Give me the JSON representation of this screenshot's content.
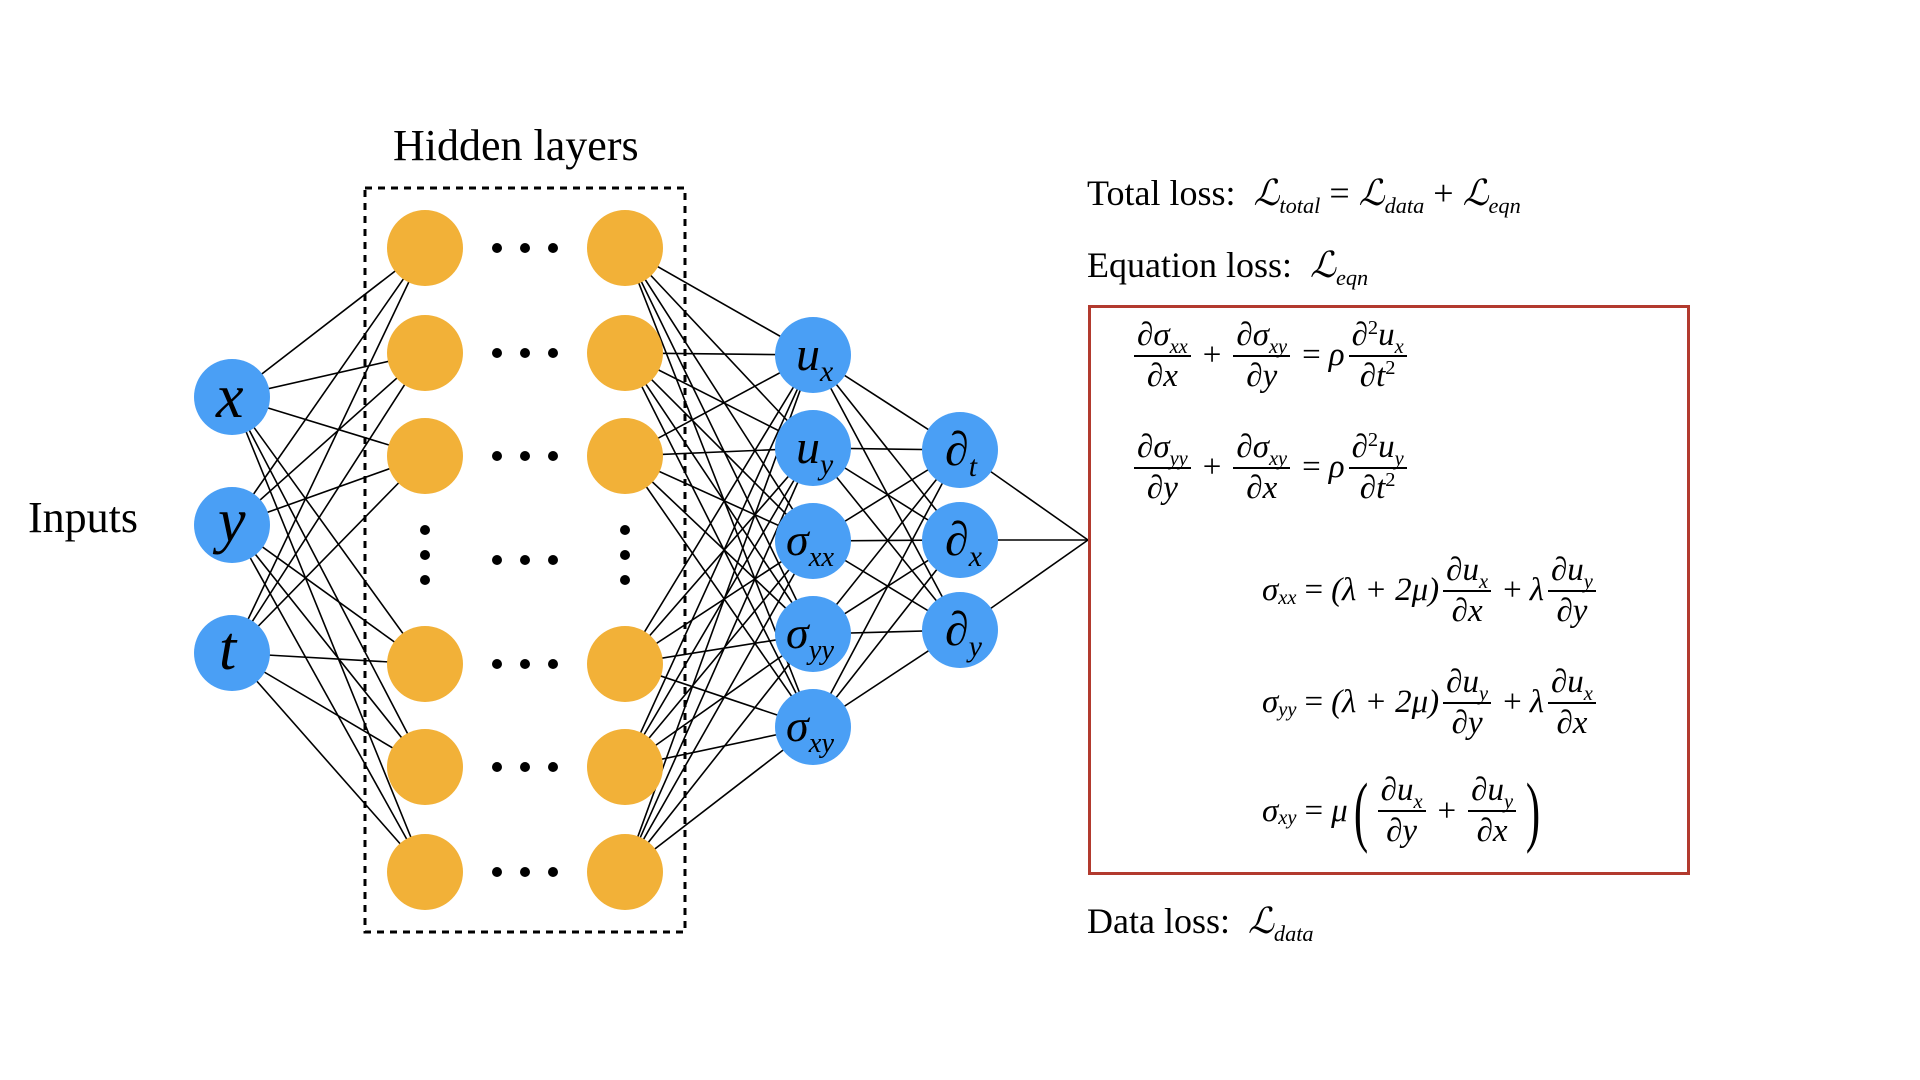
{
  "title": "Hidden layers",
  "inputs_label": "Inputs",
  "inputs": [
    {
      "symbol": "x",
      "sub": ""
    },
    {
      "symbol": "y",
      "sub": ""
    },
    {
      "symbol": "t",
      "sub": ""
    }
  ],
  "outputs": [
    {
      "symbol": "u",
      "sub": "x"
    },
    {
      "symbol": "u",
      "sub": "y"
    },
    {
      "symbol": "σ",
      "sub": "xx"
    },
    {
      "symbol": "σ",
      "sub": "yy"
    },
    {
      "symbol": "σ",
      "sub": "xy"
    }
  ],
  "derivatives": [
    {
      "symbol": "∂",
      "sub": "t"
    },
    {
      "symbol": "∂",
      "sub": "x"
    },
    {
      "symbol": "∂",
      "sub": "y"
    }
  ],
  "colors": {
    "input_node": "#4a9ff5",
    "hidden_node": "#f2b138",
    "box_border": "#b23a2e"
  },
  "loss": {
    "total_label": "Total loss:",
    "total_L": "ℒ",
    "total_sub": "total",
    "equals": "=",
    "plus": "+",
    "data_sub": "data",
    "eqn_sub": "eqn",
    "equation_label": "Equation loss:",
    "data_label": "Data loss:"
  },
  "equations": {
    "d": "∂",
    "sigma": "σ",
    "rho": "ρ",
    "u": "u",
    "x": "x",
    "y": "y",
    "t": "t",
    "two": "2",
    "eq": "=",
    "plus": "+",
    "lambda": "λ",
    "mu": "μ",
    "lam2mu": "(λ + 2μ)",
    "xx": "xx",
    "yy": "yy",
    "xy": "xy",
    "lparen": "(",
    "rparen": ")"
  }
}
